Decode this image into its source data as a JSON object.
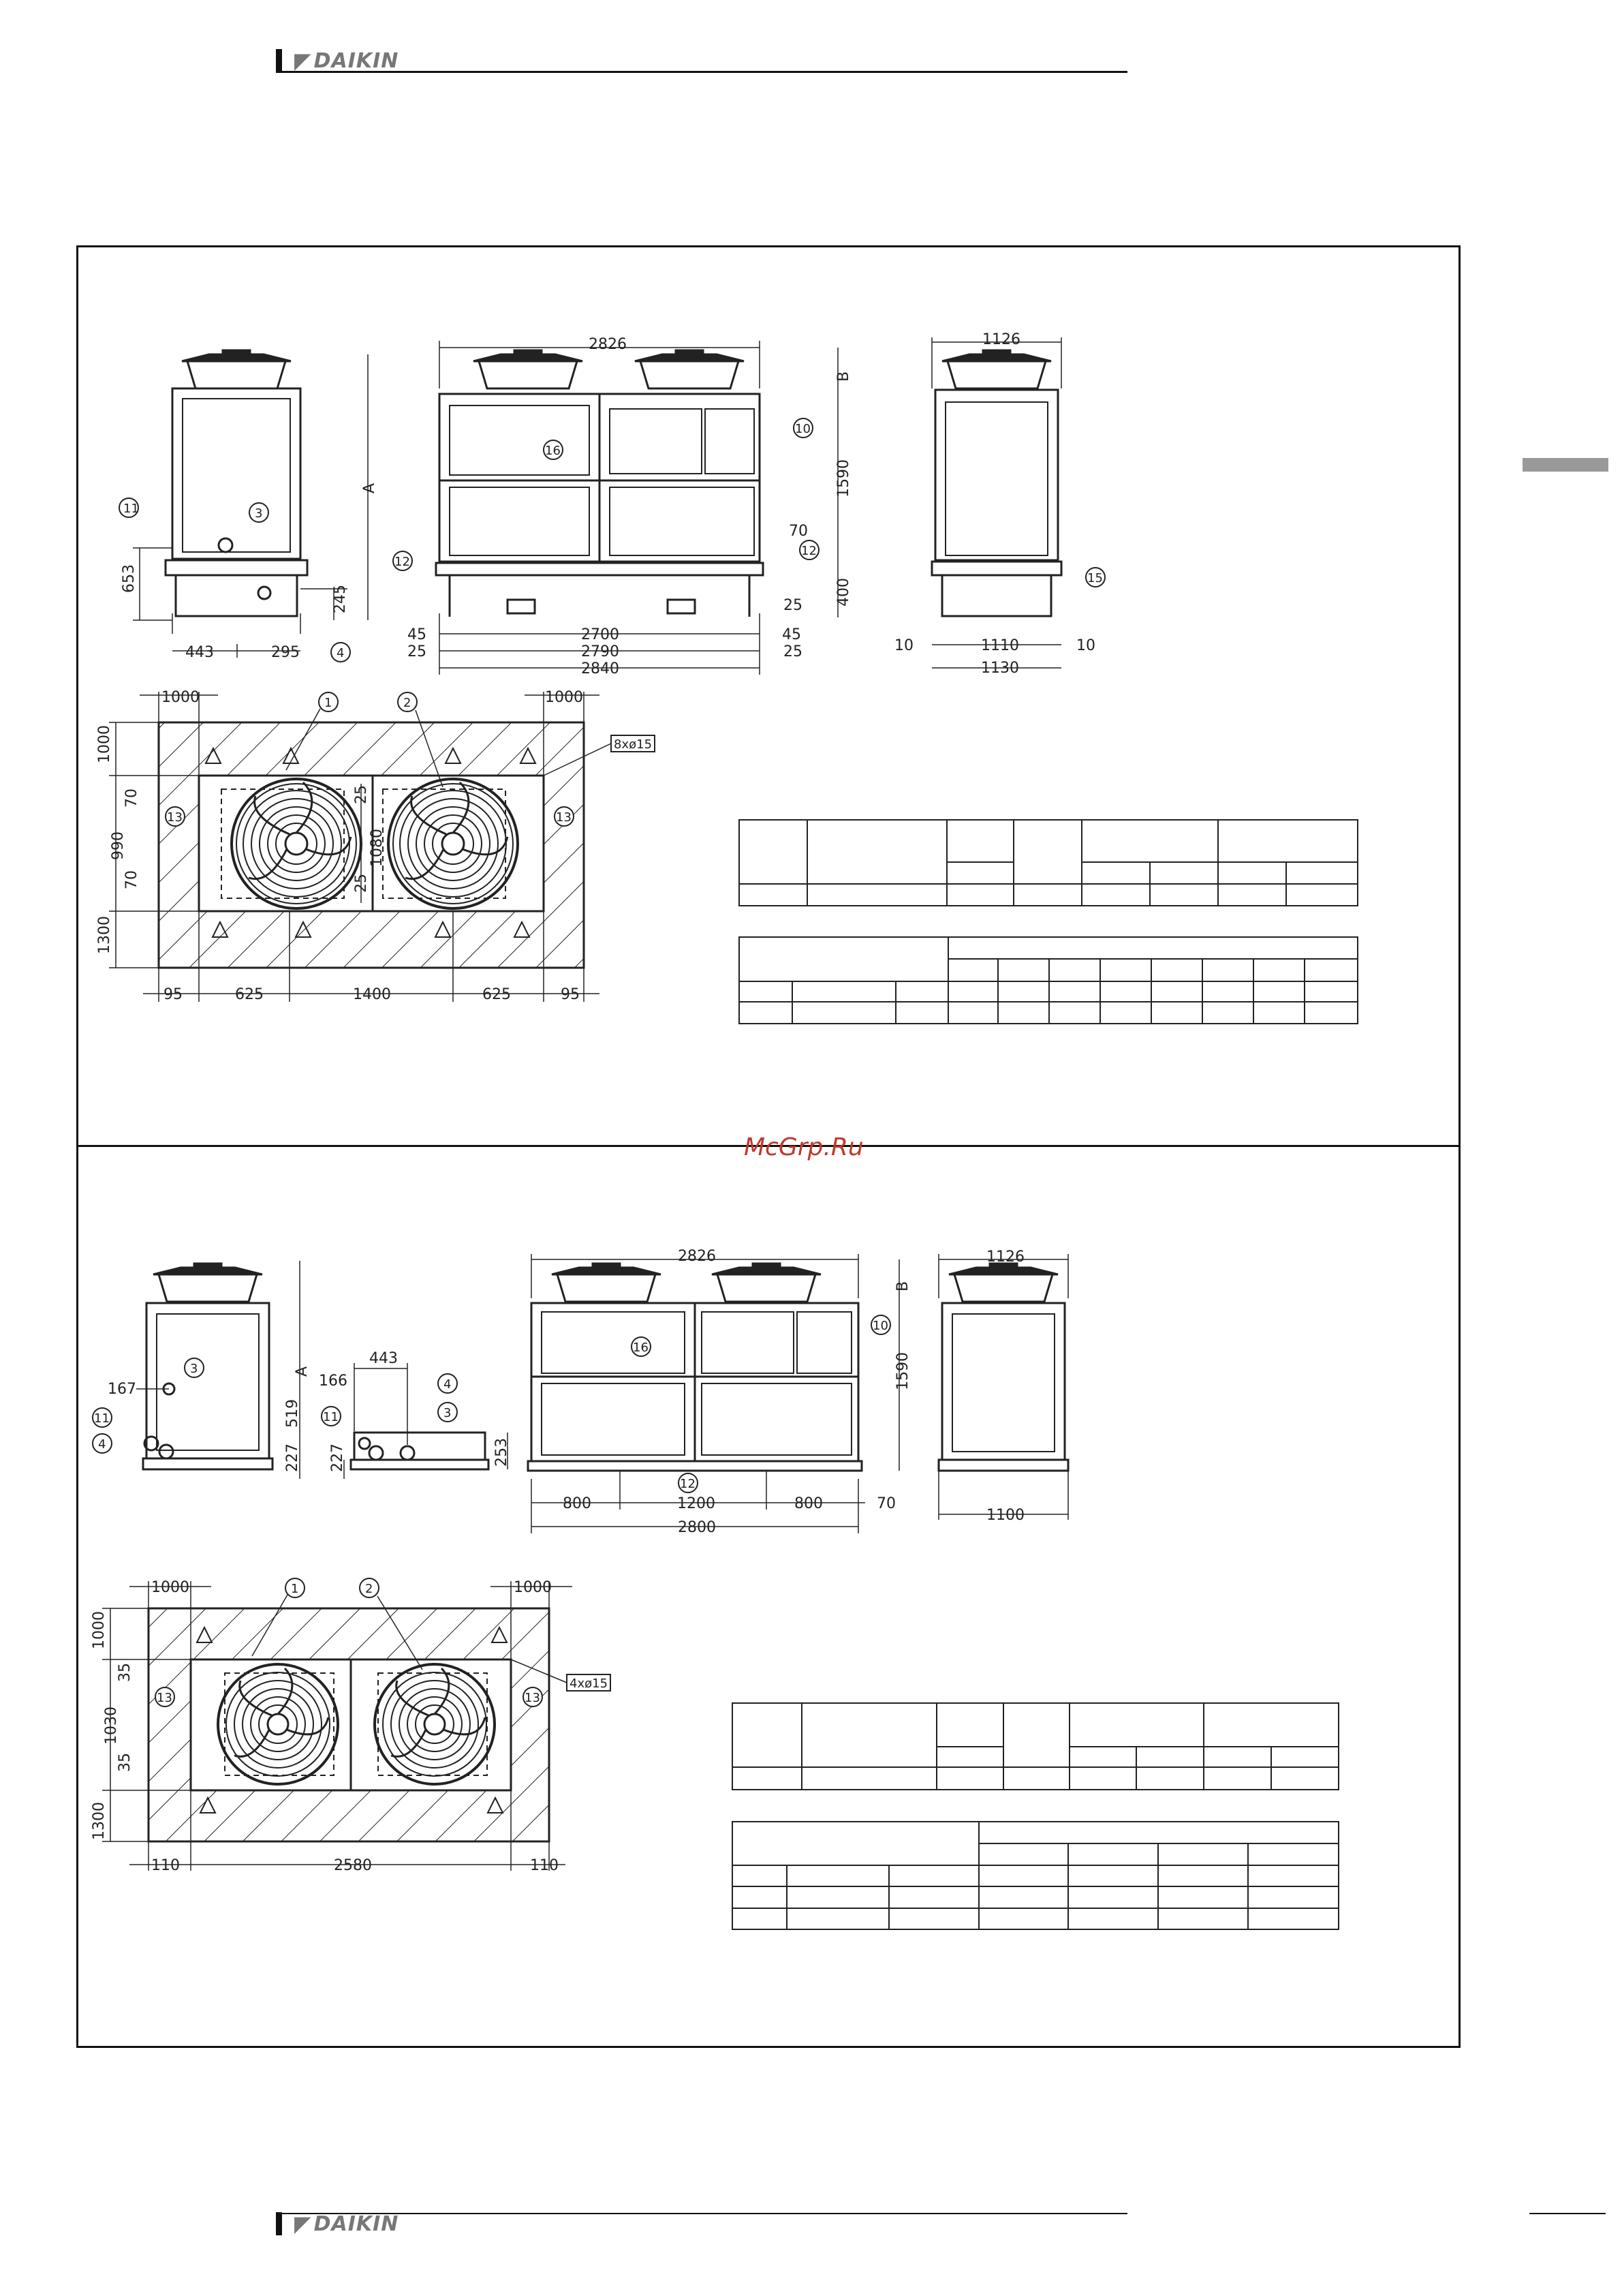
{
  "brand": {
    "logo_text": "DAIKIN"
  },
  "watermark": "McGrp.Ru",
  "drawing1": {
    "side_left": {
      "A": "A",
      "653": "653",
      "245": "245",
      "443": "443",
      "295": "295",
      "c11": "11",
      "c3": "3",
      "c4": "4"
    },
    "front": {
      "w2826": "2826",
      "B": "B",
      "h1590": "1590",
      "h400": "400",
      "d70": "70",
      "d25a": "25",
      "d45a": "45",
      "d25b": "25",
      "w2700": "2700",
      "d45b": "45",
      "w2790": "2790",
      "d25c": "25",
      "w2840": "2840",
      "c16": "16",
      "c10": "10",
      "c12a": "12",
      "c12b": "12"
    },
    "side_right": {
      "w1126": "1126",
      "d10a": "10",
      "w1110": "1110",
      "d10b": "10",
      "w1130": "1130",
      "c15": "15"
    },
    "plan": {
      "d1000a": "1000",
      "d1000b": "1000",
      "d1000c": "1000",
      "d70a": "70",
      "d990": "990",
      "d70b": "70",
      "d1300": "1300",
      "d25a": "25",
      "d1080": "1080",
      "d25b": "25",
      "d95a": "95",
      "d625a": "625",
      "d1400": "1400",
      "d625b": "625",
      "d95b": "95",
      "holes": "8xø15",
      "c1": "1",
      "c2": "2",
      "c13a": "13",
      "c13b": "13"
    }
  },
  "drawing2": {
    "side_left": {
      "A": "A",
      "d167": "167",
      "d519": "519",
      "d227": "227",
      "c3": "3",
      "c11": "11",
      "c4": "4"
    },
    "side_mid": {
      "d443": "443",
      "d166": "166",
      "d227": "227",
      "d253": "253",
      "c11": "11",
      "c4": "4",
      "c3": "3"
    },
    "front": {
      "w2826": "2826",
      "B": "B",
      "h1590": "1590",
      "d800a": "800",
      "d1200": "1200",
      "d800b": "800",
      "d70": "70",
      "w2800": "2800",
      "c16": "16",
      "c10": "10",
      "c12": "12"
    },
    "side_right": {
      "w1126": "1126",
      "w1100": "1100"
    },
    "plan": {
      "d1000a": "1000",
      "d1000b": "1000",
      "d1000c": "1000",
      "d35a": "35",
      "d1030": "1030",
      "d35b": "35",
      "d1300": "1300",
      "d110a": "110",
      "d2580": "2580",
      "d110b": "110",
      "holes": "4xø15",
      "c1": "1",
      "c2": "2",
      "c13a": "13",
      "c13b": "13"
    }
  }
}
